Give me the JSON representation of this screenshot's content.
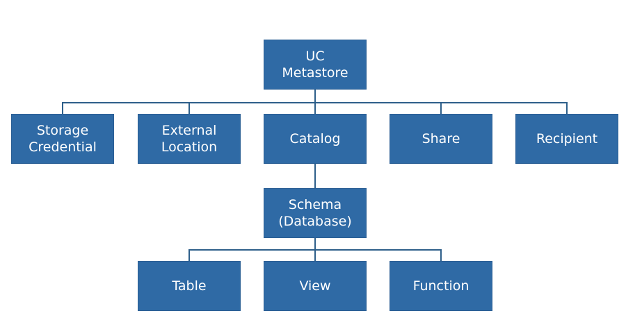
{
  "colors": {
    "node_fill": "#2f6aa5",
    "node_text": "#ffffff",
    "connector": "#2e5f8a",
    "background": "#ffffff"
  },
  "nodes": {
    "metastore": {
      "lines": [
        "UC",
        "Metastore"
      ]
    },
    "storage_credential": {
      "lines": [
        "Storage",
        "Credential"
      ]
    },
    "external_location": {
      "lines": [
        "External",
        "Location"
      ]
    },
    "catalog": {
      "lines": [
        "Catalog"
      ]
    },
    "share": {
      "lines": [
        "Share"
      ]
    },
    "recipient": {
      "lines": [
        "Recipient"
      ]
    },
    "schema": {
      "lines": [
        "Schema",
        "(Database)"
      ]
    },
    "table": {
      "lines": [
        "Table"
      ]
    },
    "view": {
      "lines": [
        "View"
      ]
    },
    "function": {
      "lines": [
        "Function"
      ]
    }
  }
}
